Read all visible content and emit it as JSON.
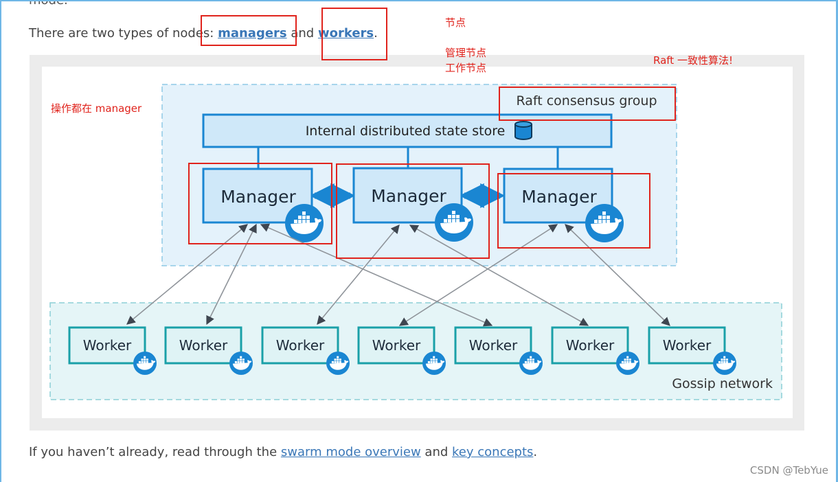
{
  "page": {
    "top_text": "mode.",
    "intro_prefix": "There are two types of nodes: ",
    "intro_link1": "managers",
    "intro_mid": " and ",
    "intro_link2": "workers",
    "intro_suffix": ".",
    "outro_prefix": "If you haven’t already, read through the ",
    "outro_link1": "swarm mode overview",
    "outro_mid": " and ",
    "outro_link2": "key concepts",
    "outro_suffix": "."
  },
  "annotations": {
    "nodes": "节点",
    "manager_node": "管理节点",
    "worker_node": "工作节点",
    "raft": "Raft 一致性算法!",
    "ops_on_manager": "操作都在 manager"
  },
  "diagram": {
    "raft_group_label": "Raft consensus group",
    "state_store_label": "Internal distributed state store",
    "manager_label": "Manager",
    "worker_label": "Worker",
    "gossip_label": "Gossip network",
    "manager_count": 3,
    "worker_count": 7
  },
  "colors": {
    "annotation_red": "#e0231c",
    "link_blue": "#3a77b7",
    "docker_blue": "#1a86d2",
    "manager_fill": "#cfe8f9",
    "worker_stroke": "#1aa0a8"
  },
  "icons": [
    "docker-whale-icon",
    "database-icon"
  ],
  "watermark": "CSDN @TebYue"
}
